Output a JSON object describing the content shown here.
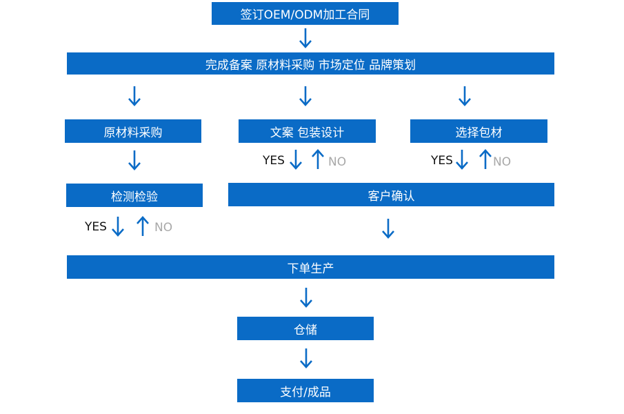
{
  "colors": {
    "box": "#0a6bc6",
    "arrow": "#0a6bc6",
    "yes_text": "#111111",
    "no_text": "#a8a8a8"
  },
  "steps": {
    "sign_contract": "签订OEM/ODM加工合同",
    "prep": "完成备案 原材料采购 市场定位 品牌策划",
    "raw_material": "原材料采购",
    "design": "文案 包装设计",
    "choose_packaging": "选择包材",
    "inspection": "检测检验",
    "customer_confirm": "客户确认",
    "production": "下单生产",
    "storage": "仓储",
    "payment": "支付/成品"
  },
  "decisions": {
    "yes": "YES",
    "no": "NO"
  },
  "icons": {
    "down": "arrow-down-icon",
    "up": "arrow-up-icon"
  }
}
